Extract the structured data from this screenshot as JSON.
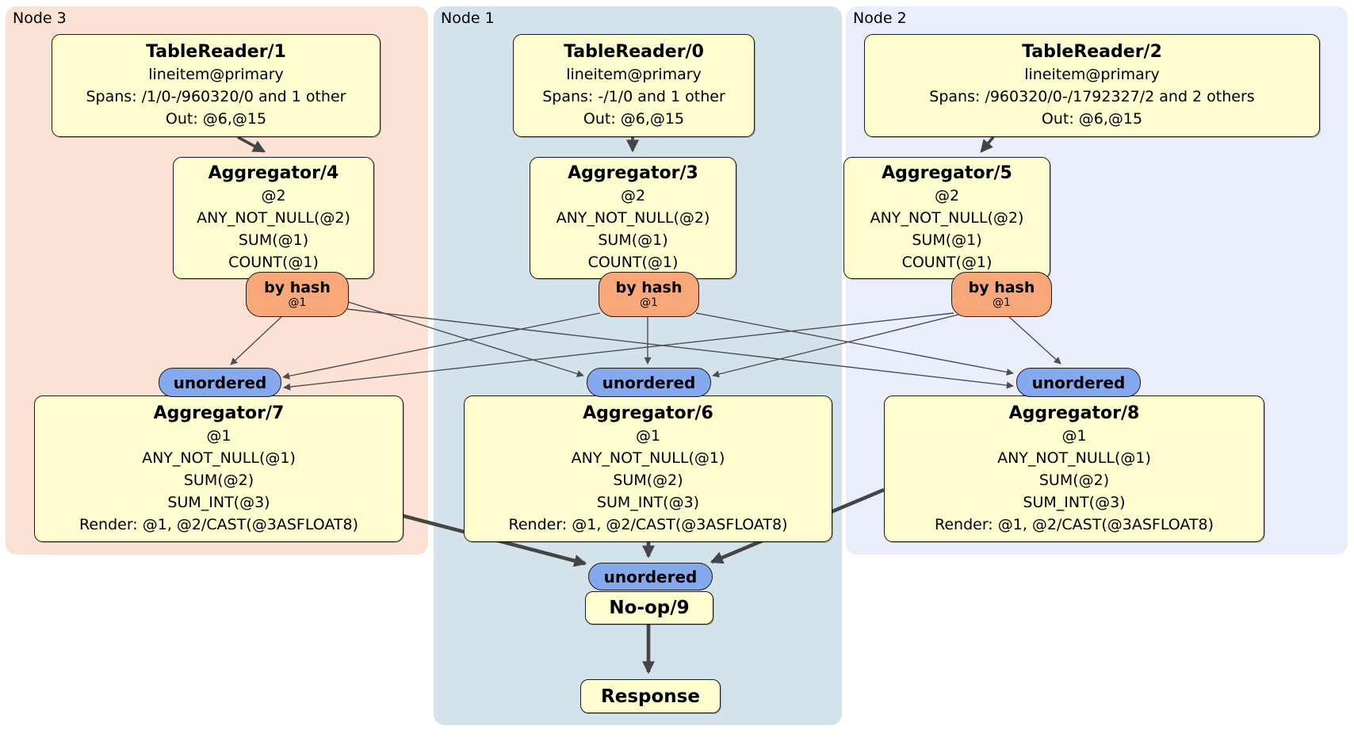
{
  "groups": [
    {
      "label": "Node 3",
      "table_reader": {
        "title": "TableReader/1",
        "lines": [
          "lineitem@primary",
          "Spans: /1/0-/960320/0 and 1 other",
          "Out: @6,@15"
        ]
      },
      "aggregator": {
        "title": "Aggregator/4",
        "lines": [
          "@2",
          "ANY_NOT_NULL(@2)",
          "SUM(@1)",
          "COUNT(@1)"
        ]
      },
      "router": {
        "label": "by hash",
        "detail": "@1"
      },
      "sync_label": "unordered",
      "final_aggregator": {
        "title": "Aggregator/7",
        "lines": [
          "@1",
          "ANY_NOT_NULL(@1)",
          "SUM(@2)",
          "SUM_INT(@3)",
          "Render: @1, @2/CAST(@3ASFLOAT8)"
        ]
      }
    },
    {
      "label": "Node 1",
      "table_reader": {
        "title": "TableReader/0",
        "lines": [
          "lineitem@primary",
          "Spans: -/1/0 and 1 other",
          "Out: @6,@15"
        ]
      },
      "aggregator": {
        "title": "Aggregator/3",
        "lines": [
          "@2",
          "ANY_NOT_NULL(@2)",
          "SUM(@1)",
          "COUNT(@1)"
        ]
      },
      "router": {
        "label": "by hash",
        "detail": "@1"
      },
      "sync_label": "unordered",
      "final_aggregator": {
        "title": "Aggregator/6",
        "lines": [
          "@1",
          "ANY_NOT_NULL(@1)",
          "SUM(@2)",
          "SUM_INT(@3)",
          "Render: @1, @2/CAST(@3ASFLOAT8)"
        ]
      }
    },
    {
      "label": "Node 2",
      "table_reader": {
        "title": "TableReader/2",
        "lines": [
          "lineitem@primary",
          "Spans: /960320/0-/1792327/2 and 2 others",
          "Out: @6,@15"
        ]
      },
      "aggregator": {
        "title": "Aggregator/5",
        "lines": [
          "@2",
          "ANY_NOT_NULL(@2)",
          "SUM(@1)",
          "COUNT(@1)"
        ]
      },
      "router": {
        "label": "by hash",
        "detail": "@1"
      },
      "sync_label": "unordered",
      "final_aggregator": {
        "title": "Aggregator/8",
        "lines": [
          "@1",
          "ANY_NOT_NULL(@1)",
          "SUM(@2)",
          "SUM_INT(@3)",
          "Render: @1, @2/CAST(@3ASFLOAT8)"
        ]
      }
    }
  ],
  "final_stage": {
    "sync_label": "unordered",
    "noop_label": "No-op/9",
    "response_label": "Response"
  },
  "edges": [
    {
      "from": "TableReader/1",
      "to": "Aggregator/4"
    },
    {
      "from": "TableReader/0",
      "to": "Aggregator/3"
    },
    {
      "from": "TableReader/2",
      "to": "Aggregator/5"
    },
    {
      "from": "Aggregator/4 (by hash @1)",
      "to": "unordered @ Node 3"
    },
    {
      "from": "Aggregator/4 (by hash @1)",
      "to": "unordered @ Node 1"
    },
    {
      "from": "Aggregator/4 (by hash @1)",
      "to": "unordered @ Node 2"
    },
    {
      "from": "Aggregator/3 (by hash @1)",
      "to": "unordered @ Node 3"
    },
    {
      "from": "Aggregator/3 (by hash @1)",
      "to": "unordered @ Node 1"
    },
    {
      "from": "Aggregator/3 (by hash @1)",
      "to": "unordered @ Node 2"
    },
    {
      "from": "Aggregator/5 (by hash @1)",
      "to": "unordered @ Node 3"
    },
    {
      "from": "Aggregator/5 (by hash @1)",
      "to": "unordered @ Node 1"
    },
    {
      "from": "Aggregator/5 (by hash @1)",
      "to": "unordered @ Node 2"
    },
    {
      "from": "Aggregator/7",
      "to": "unordered @ final stage"
    },
    {
      "from": "Aggregator/6",
      "to": "unordered @ final stage"
    },
    {
      "from": "Aggregator/8",
      "to": "unordered @ final stage"
    },
    {
      "from": "No-op/9",
      "to": "Response"
    }
  ],
  "colors": {
    "node3_background": "#fce2d4",
    "node1_background": "#d4e2ec",
    "node2_background": "#e9eefa",
    "processor_box": "#fdfdd0",
    "router_pill": "#f8a878",
    "sync_pill": "#84a9ef",
    "edge": "#4d4d4d"
  }
}
